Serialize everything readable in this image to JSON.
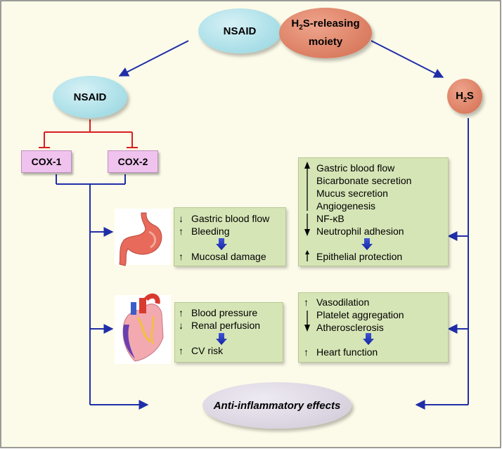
{
  "nodes": {
    "nsaid_top": "NSAID",
    "h2s_moiety_line1_pre": "H",
    "h2s_moiety_line1_sub": "2",
    "h2s_moiety_line1_post": "S-releasing",
    "h2s_moiety_line2": "moiety",
    "nsaid_left": "NSAID",
    "h2s_right_pre": "H",
    "h2s_right_sub": "2",
    "h2s_right_post": "S",
    "cox1": "COX-1",
    "cox2": "COX-2",
    "anti_inflammatory": "Anti-inflammatory effects"
  },
  "stomach_nsaid": [
    {
      "arrow": "down",
      "text": "Gastric blood flow"
    },
    {
      "arrow": "up",
      "text": "Bleeding"
    },
    {
      "arrow": "up",
      "text": "Mucosal damage"
    }
  ],
  "heart_nsaid": [
    {
      "arrow": "up",
      "text": "Blood pressure"
    },
    {
      "arrow": "down",
      "text": "Renal perfusion"
    },
    {
      "arrow": "up",
      "text": "CV risk"
    }
  ],
  "stomach_h2s": [
    {
      "text": "Gastric blood flow"
    },
    {
      "text": "Bicarbonate secretion"
    },
    {
      "text": "Mucus secretion"
    },
    {
      "text": "Angiogenesis"
    },
    {
      "text": "NF-κB"
    },
    {
      "text": "Neutrophil adhesion"
    },
    {
      "text": "Epithelial protection"
    }
  ],
  "heart_h2s": [
    {
      "arrow": "up",
      "text": "Vasodilation"
    },
    {
      "text": "Platelet aggregation"
    },
    {
      "text": "Atherosclerosis"
    },
    {
      "arrow": "up",
      "text": "Heart function"
    }
  ],
  "colors": {
    "background": "#fcfbe9",
    "arrow_blue": "#1f2ea8",
    "inhibit_red": "#d91e1e",
    "box_green": "#d6e5b6",
    "cox_pink": "#efc3ee",
    "nsaid_teal": "#a6dde6",
    "h2s_orange": "#db7d61",
    "effects_grey": "#d7d1de"
  },
  "icons": [
    "stomach-icon",
    "heart-icon"
  ]
}
